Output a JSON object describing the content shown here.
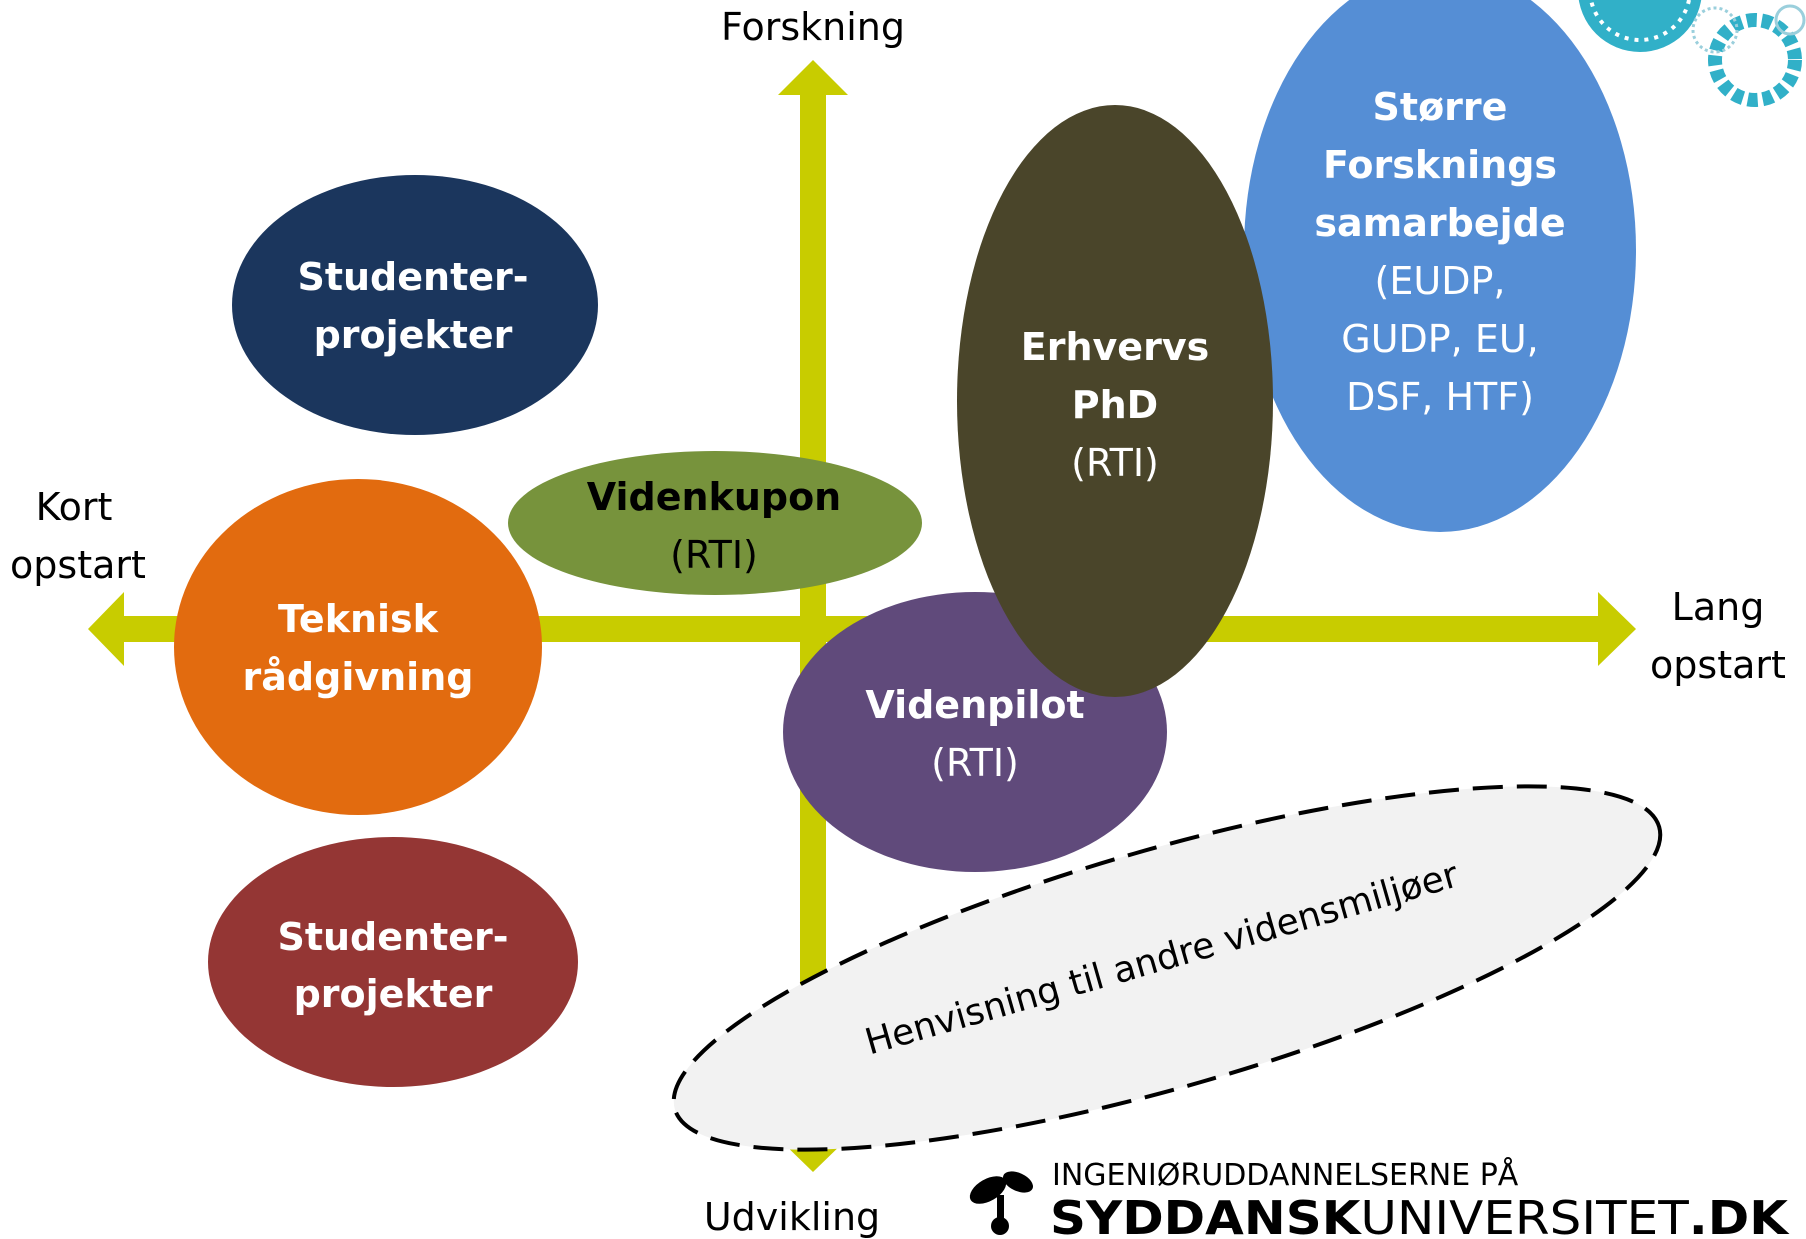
{
  "axes": {
    "top_label": "Forskning",
    "bottom_label": "Udvikling",
    "left_label": [
      "Kort",
      "opstart"
    ],
    "right_label": [
      "Lang",
      "opstart"
    ],
    "axis_color": "#C8CC00"
  },
  "bubbles": [
    {
      "id": "studenter-top",
      "lines": [
        "Studenter-",
        "projekter"
      ],
      "sub": [],
      "color": "#1B365D"
    },
    {
      "id": "teknisk",
      "lines": [
        "Teknisk",
        "rådgivning"
      ],
      "sub": [],
      "color": "#E26B0F"
    },
    {
      "id": "studenter-bottom",
      "lines": [
        "Studenter-",
        "projekter"
      ],
      "sub": [],
      "color": "#943634"
    },
    {
      "id": "videnkupon",
      "lines": [
        "Videnkupon"
      ],
      "sub": [
        "(RTI)"
      ],
      "color": "#77933C"
    },
    {
      "id": "videnpilot",
      "lines": [
        "Videnpilot"
      ],
      "sub": [
        "(RTI)"
      ],
      "color": "#604A7B"
    },
    {
      "id": "erhvervs-phd",
      "lines": [
        "Erhvervs",
        "PhD"
      ],
      "sub": [
        "(RTI)"
      ],
      "color": "#4A452A"
    },
    {
      "id": "storre",
      "lines": [
        "Større",
        "Forsknings",
        "samarbejde"
      ],
      "sub": [
        "(EUDP,",
        "GUDP, EU,",
        "DSF, HTF)"
      ],
      "color": "#558ED5"
    }
  ],
  "referral": {
    "text": "Henvisning til andre vidensmiljøer",
    "fill": "#F2F2F2"
  },
  "logo": {
    "line1": "INGENIØRUDDANNELSERNE PÅ",
    "bold": "SYDDANSK",
    "regular": "UNIVERSITET",
    "suffix": ".DK"
  },
  "decor": {
    "gear_color": "#31B0C8"
  }
}
